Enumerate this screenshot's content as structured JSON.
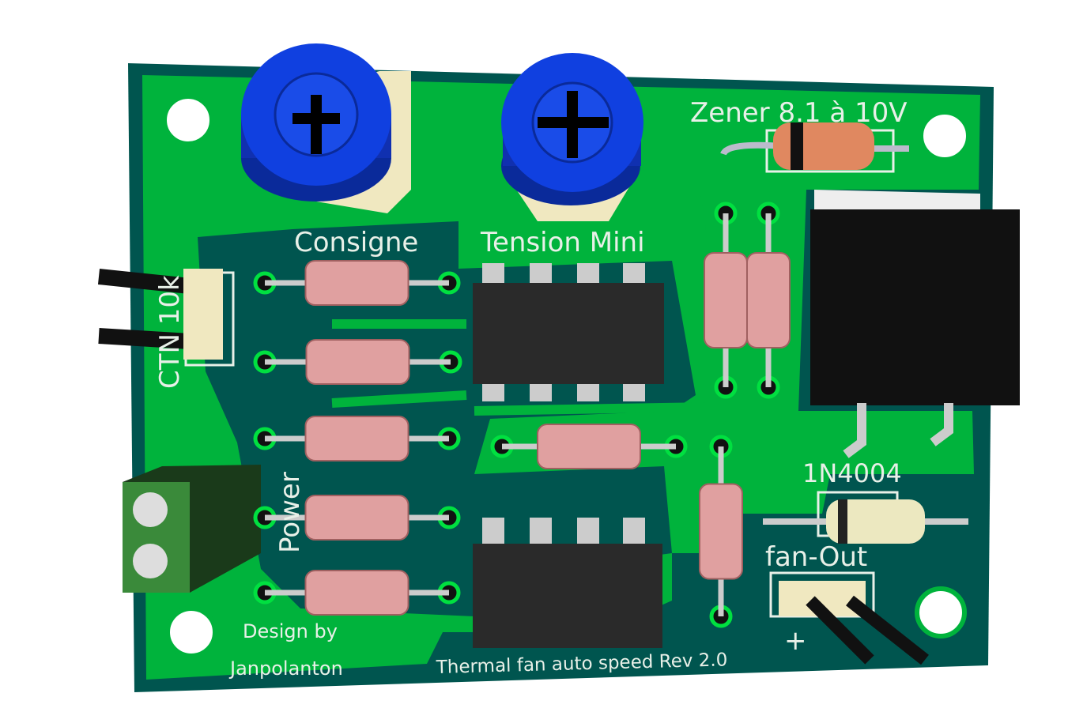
{
  "board": {
    "colors": {
      "substrate": "#00554f",
      "copper": "#00b33c",
      "silk": "#e8f0e8",
      "pot": "#1040e0",
      "resistor": "#e0a0a0",
      "ic": "#2a2a2a"
    },
    "labels": {
      "consigne": "Consigne",
      "tension_mini": "Tension Mini",
      "zener": "Zener 8.1 à 10V",
      "ctn": "CTN 10k",
      "power": "Power",
      "diode": "1N4004",
      "fan_out": "fan-Out",
      "plus": "+",
      "design_by": "Design by",
      "author": "Janpolanton",
      "title": "Thermal fan auto speed Rev 2.0"
    }
  }
}
